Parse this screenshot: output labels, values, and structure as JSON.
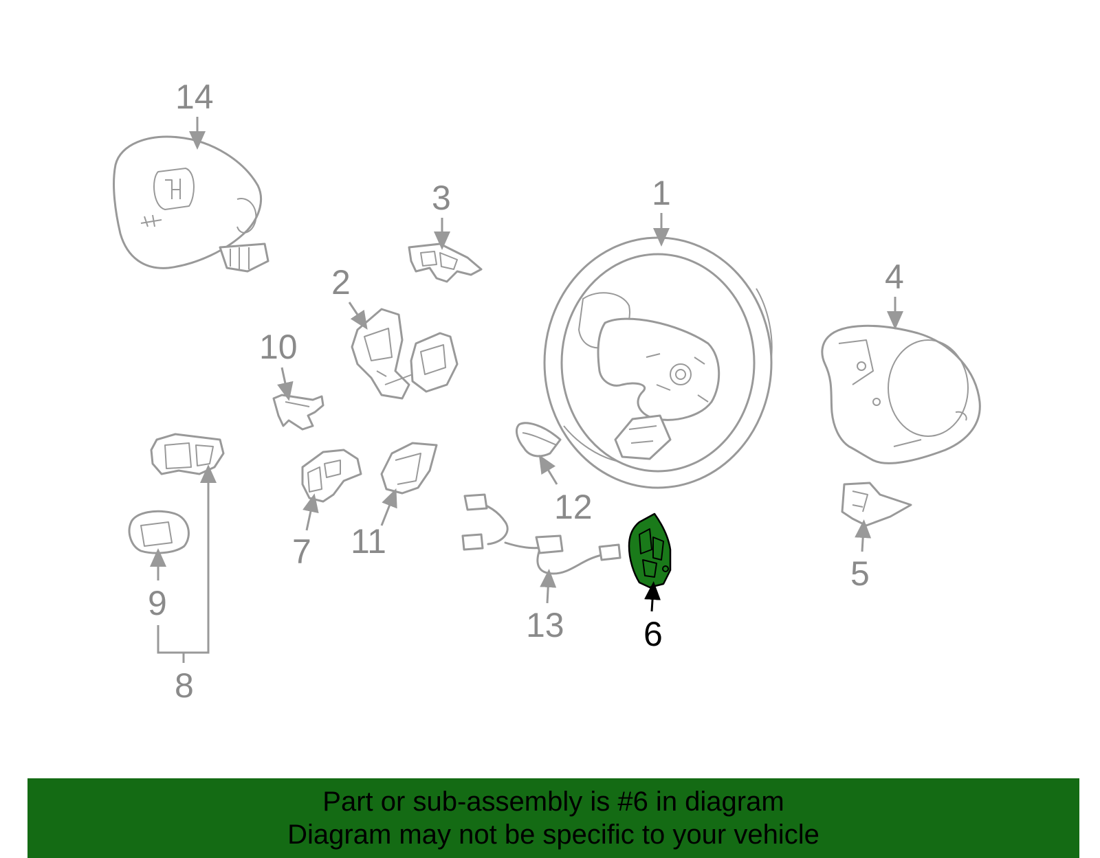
{
  "callouts": {
    "p1": "1",
    "p2": "2",
    "p3": "3",
    "p4": "4",
    "p5": "5",
    "p6": "6",
    "p7": "7",
    "p8": "8",
    "p9": "9",
    "p10": "10",
    "p11": "11",
    "p12": "12",
    "p13": "13",
    "p14": "14"
  },
  "highlight": {
    "part": "6",
    "color": "#1a7a1a"
  },
  "banner": {
    "line1": "Part or sub-assembly is #6 in diagram",
    "line2": "Diagram may not be specific to your vehicle",
    "color": "#146b14"
  }
}
